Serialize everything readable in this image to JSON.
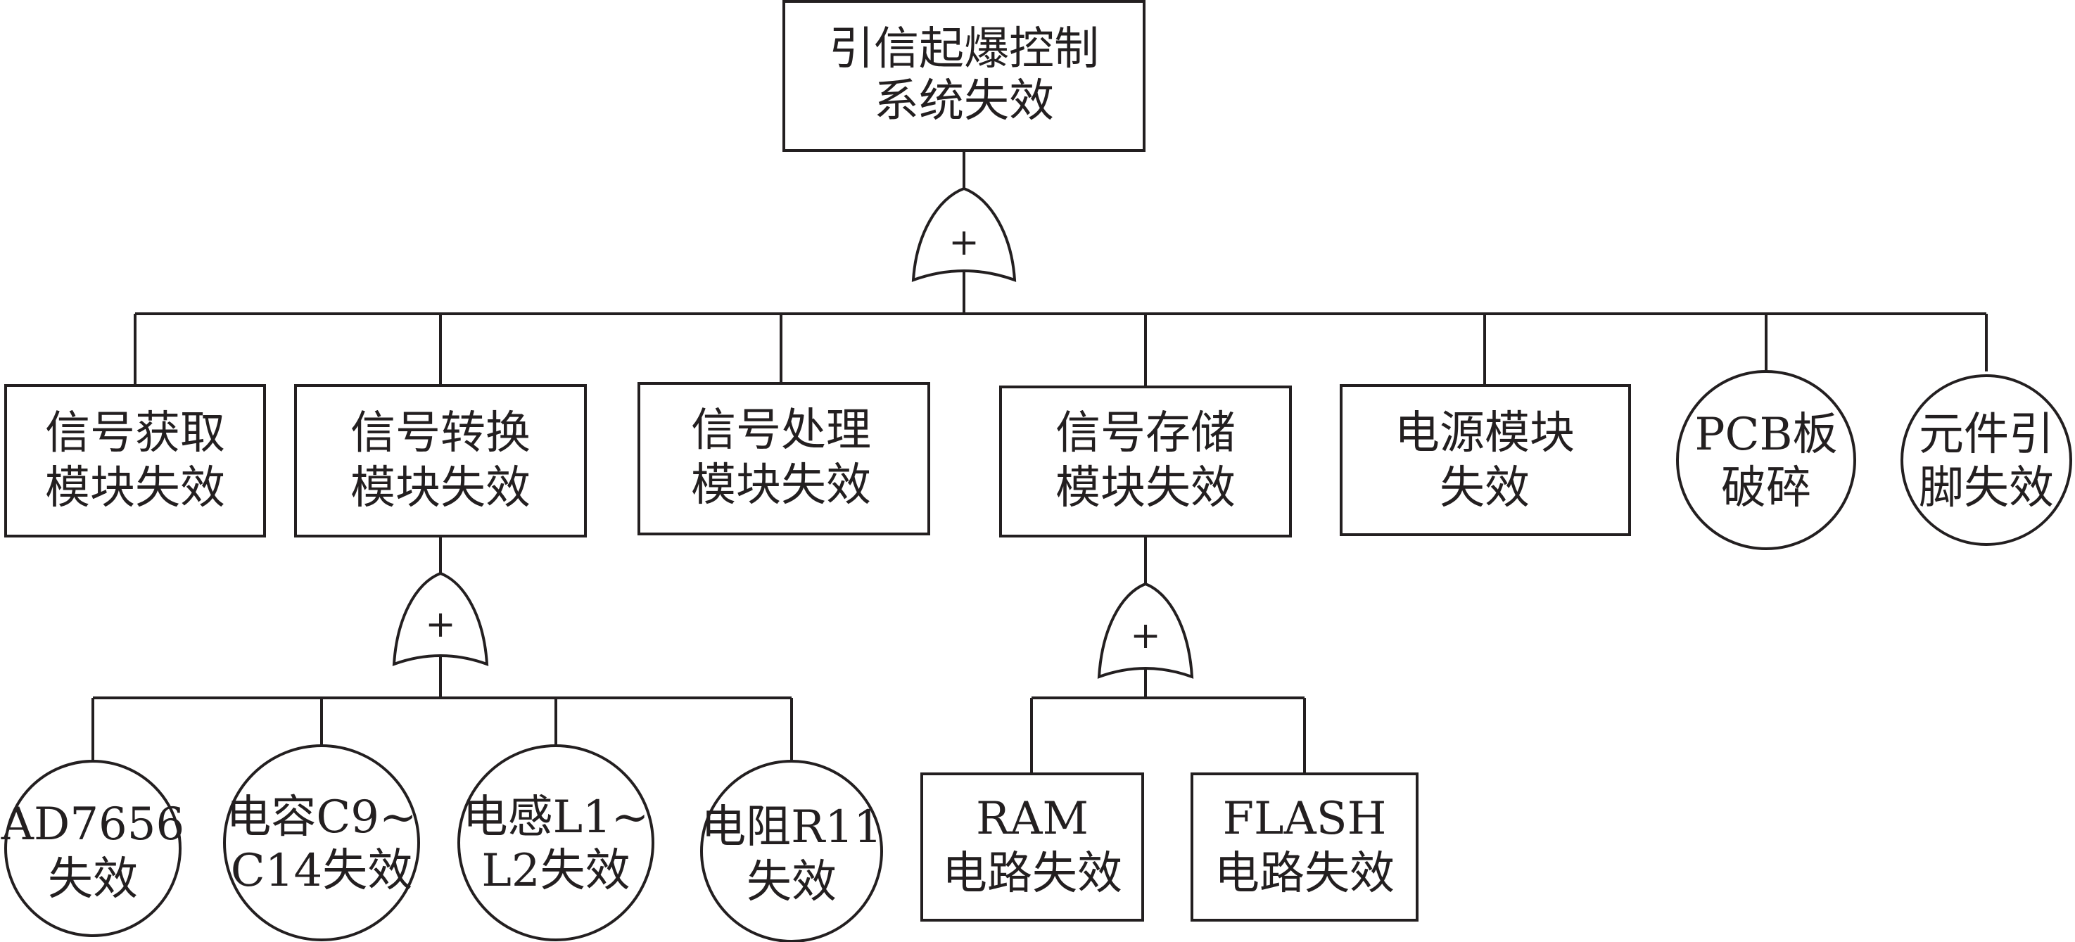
{
  "diagram": {
    "top_event": {
      "line1": "引信起爆控制",
      "line2": "系统失效"
    },
    "gate_symbol": "+",
    "intermediate_events": [
      {
        "line1": "信号获取",
        "line2": "模块失效"
      },
      {
        "line1": "信号转换",
        "line2": "模块失效"
      },
      {
        "line1": "信号处理",
        "line2": "模块失效"
      },
      {
        "line1": "信号存储",
        "line2": "模块失效"
      },
      {
        "line1": "电源模块",
        "line2": "失效"
      }
    ],
    "basic_events_level1": [
      {
        "line1": "PCB板",
        "line2": "破碎"
      },
      {
        "line1": "元件引",
        "line2": "脚失效"
      }
    ],
    "conversion_basic_events": [
      {
        "line1": "AD7656",
        "line2": "失效"
      },
      {
        "line1": "电容C9~",
        "line2": "C14失效"
      },
      {
        "line1": "电感L1~",
        "line2": "L2失效"
      },
      {
        "line1": "电阻R11",
        "line2": "失效"
      }
    ],
    "storage_events": [
      {
        "line1": "RAM",
        "line2": "电路失效"
      },
      {
        "line1": "FLASH",
        "line2": "电路失效"
      }
    ]
  }
}
